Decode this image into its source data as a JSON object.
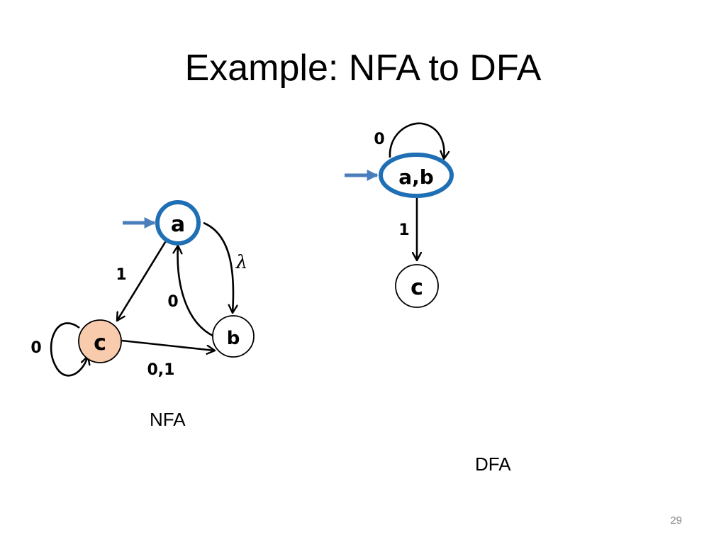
{
  "slide": {
    "title": "Example: NFA to DFA",
    "page_number": "29"
  },
  "nfa": {
    "caption": "NFA",
    "states": {
      "a": "a",
      "b": "b",
      "c": "c"
    },
    "edge_labels": {
      "a_to_c": "1",
      "a_to_b": "λ",
      "b_to_a": "0",
      "c_to_b": "0,1",
      "c_loop": "0"
    },
    "start_state": "a",
    "colors": {
      "start_state_border": "#1f6fb5",
      "highlight_fill": "#f8cbad",
      "start_arrow": "#4a7ebb"
    }
  },
  "dfa": {
    "caption": "DFA",
    "states": {
      "ab": "a,b",
      "c": "c"
    },
    "edge_labels": {
      "ab_loop": "0",
      "ab_to_c": "1"
    },
    "start_state": "a,b",
    "colors": {
      "start_state_border": "#1f6fb5",
      "start_arrow": "#4a7ebb"
    }
  }
}
